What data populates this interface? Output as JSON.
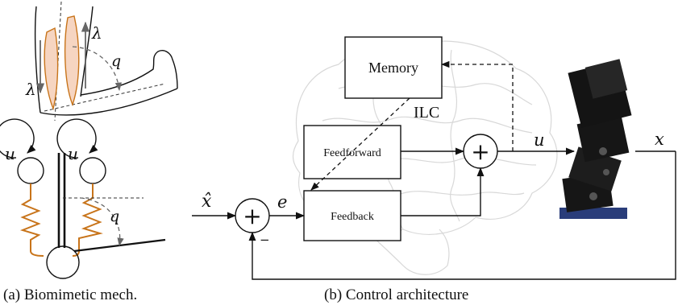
{
  "panel_a": {
    "caption": "(a) Biomimetic mech.",
    "arm_labels": {
      "lambda": "λ",
      "angle": "q"
    },
    "mech_labels": {
      "input": "u",
      "angle": "q"
    }
  },
  "panel_b": {
    "caption": "(b) Control architecture",
    "blocks": {
      "memory": "Memory",
      "feedforward": "Feedforward",
      "feedback": "Feedback"
    },
    "ilc_label": "ILC",
    "signals": {
      "reference": "x̂",
      "error": "e",
      "control": "u",
      "output": "x",
      "minus": "−",
      "sum": "+"
    }
  },
  "colors": {
    "muscle_fill": "#f6d5c1",
    "muscle_stroke": "#c8741a",
    "spring": "#c8741a",
    "robot_body": "#161616",
    "robot_base": "#2a3d7a",
    "brain_outline": "#d8d8d8"
  }
}
